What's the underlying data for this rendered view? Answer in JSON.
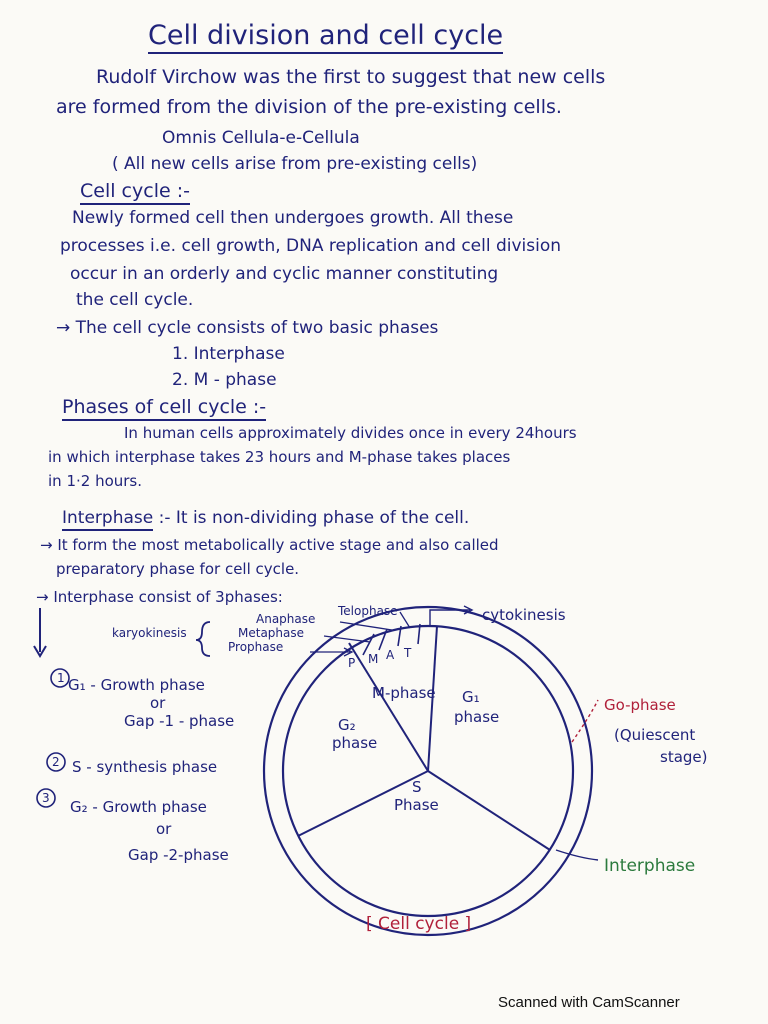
{
  "title": "Cell division and cell cycle",
  "intro": {
    "line1": "Rudolf Virchow was the first to suggest that new cells",
    "line2": "are formed from the division of the pre-existing cells.",
    "latin": "Omnis Cellula-e-Cellula",
    "translation": "( All new cells arise from pre-existing cells)"
  },
  "cell_cycle": {
    "heading": "Cell cycle :-",
    "line1": "Newly formed cell then undergoes growth. All these",
    "line2": "processes i.e. cell growth, DNA replication and cell division",
    "line3": "occur in an orderly and cyclic manner constituting",
    "line4": "the cell cycle.",
    "arrow_line": "→ The cell cycle consists of two basic phases",
    "phase1": "1. Interphase",
    "phase2": "2. M - phase"
  },
  "phases_section": {
    "heading": "Phases of cell cycle :-",
    "line1": "In human cells approximately divides once in every 24hours",
    "line2": "in which interphase takes 23 hours and M-phase takes places",
    "line3": "in 1·2 hours."
  },
  "interphase_section": {
    "heading": "Interphase",
    "heading_rest": ":- It is non-dividing phase of the cell.",
    "line1": "→ It form the most metabolically active stage and also called",
    "line2": "preparatory phase for cell cycle.",
    "line3": "→ Interphase consist of 3phases:"
  },
  "list": {
    "karyokinesis": "karyokinesis",
    "g1": "G₁ - Growth phase",
    "or1": "or",
    "gap1": "Gap -1 - phase",
    "s": "S - synthesis phase",
    "g2": "G₂ - Growth phase",
    "or2": "or",
    "gap2": "Gap -2-phase",
    "num1": "1",
    "num2": "2",
    "num3": "3"
  },
  "diagram": {
    "anaphase": "Anaphase",
    "telophase": "Telophase",
    "metaphase": "Metaphase",
    "prophase": "Prophase",
    "cytokinesis": "cytokinesis",
    "p": "P",
    "m": "M",
    "a": "A",
    "t": "T",
    "m_phase": "M-phase",
    "g1_line1": "G₁",
    "g1_line2": "phase",
    "g2_line1": "G₂",
    "g2_line2": "phase",
    "s_line1": "S",
    "s_line2": "Phase",
    "go_phase": "Go-phase",
    "quiescent_line1": "(Quiescent",
    "quiescent_line2": "stage)",
    "interphase": "Interphase",
    "caption": "[ Cell cycle ]"
  },
  "footer": "Scanned with CamScanner"
}
